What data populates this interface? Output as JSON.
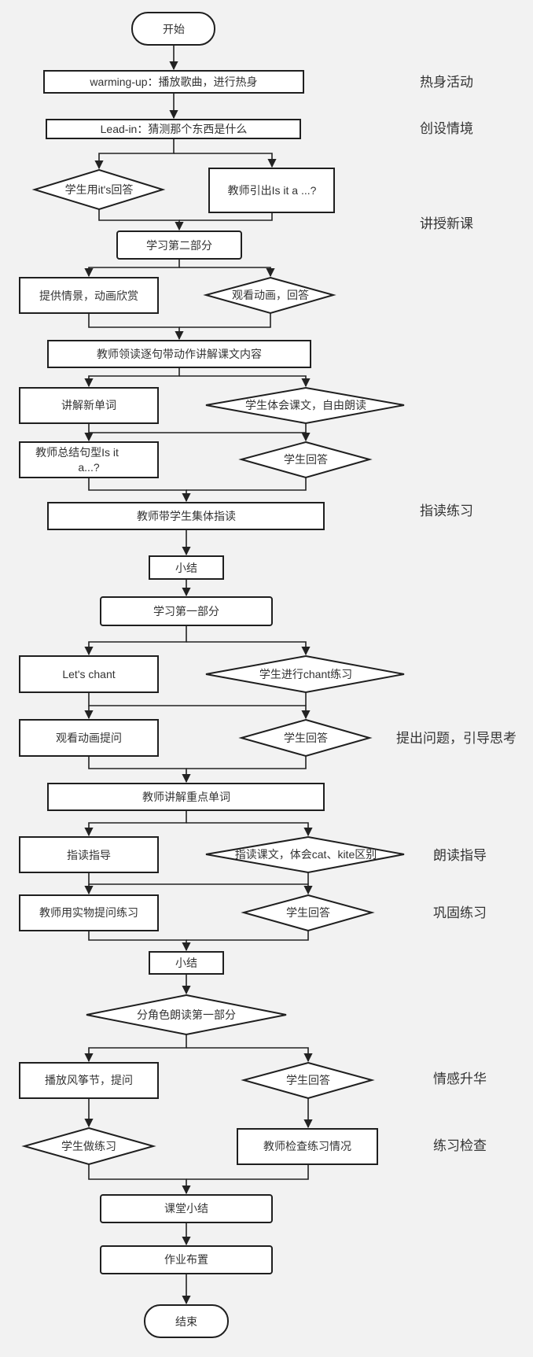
{
  "nodes": {
    "start": "开始",
    "warmup": "warming-up：播放歌曲，进行热身",
    "leadin": "Lead-in：猜测那个东西是什么",
    "d_its": "学生用it's回答",
    "teacher_isit": "教师引出Is it a ...?",
    "learn2": "学习第二部分",
    "context_anim": "提供情景，动画欣赏",
    "d_watch_answer": "观看动画，回答",
    "teacher_lead_read": "教师领读逐句带动作讲解课文内容",
    "new_words": "讲解新单词",
    "d_experience": "学生体会课文，自由朗读",
    "summary_isit_1": "教师总结句型Is it",
    "summary_isit_2": "a...?",
    "d_answer1": "学生回答",
    "group_read": "教师带学生集体指读",
    "summary1": "小结",
    "learn1": "学习第一部分",
    "lets_chant": "Let's chant",
    "d_chant": "学生进行chant练习",
    "watch_question": "观看动画提问",
    "d_answer2": "学生回答",
    "key_words": "教师讲解重点单词",
    "read_guide": "指读指导",
    "d_cat_kite": "指读课文，体会cat、kite区别",
    "realia": "教师用实物提问练习",
    "d_answer3": "学生回答",
    "summary2": "小结",
    "d_role_read": "分角色朗读第一部分",
    "kite_festival": "播放风筝节，提问",
    "d_answer4": "学生回答",
    "d_exercise": "学生做练习",
    "check_exercise": "教师检查练习情况",
    "class_summary": "课堂小结",
    "homework": "作业布置",
    "end": "结束"
  },
  "side_labels": {
    "warmup": "热身活动",
    "situation": "创设情境",
    "new_lesson": "讲授新课",
    "guided_reading": "指读练习",
    "questions": "提出问题，引导思考",
    "reading_guidance": "朗读指导",
    "consolidation": "巩固练习",
    "emotion": "情感升华",
    "check": "练习检查"
  }
}
